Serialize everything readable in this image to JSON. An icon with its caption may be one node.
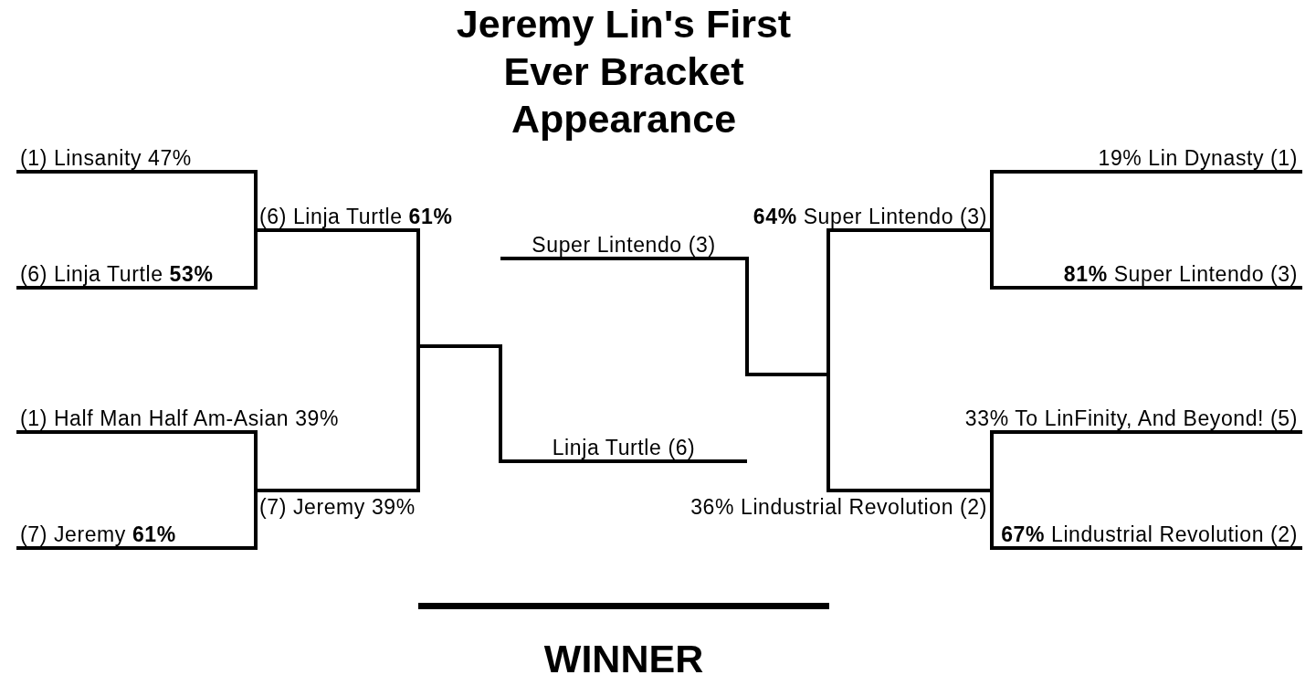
{
  "diagram": {
    "title": "Jeremy Lin's First Ever Bracket Appearance",
    "nodes": [
      {
        "text": [
          "(1) Linsanity 47%"
        ]
      },
      {
        "text": [
          "(6) Linja Turtle **53%**"
        ]
      },
      {
        "text": [
          "(6) Linja Turtle **61%**"
        ]
      },
      {
        "text": [
          "(1) Half Man Half Am-Asian 39%"
        ]
      },
      {
        "text": [
          "(7) Jeremy **61%**"
        ]
      },
      {
        "text": [
          "(7) Jeremy 39%"
        ]
      },
      {
        "text": [
          "Super Lintendo (3)"
        ]
      },
      {
        "text": [
          "Linja Turtle (6)"
        ]
      },
      {
        "text": [
          "**64%** Super Lintendo (3)"
        ]
      },
      {
        "text": [
          "36% Lindustrial Revolution (2)"
        ]
      },
      {
        "text": [
          "19% Lin Dynasty (1)"
        ]
      },
      {
        "text": [
          "**81%** Super Lintendo (3)"
        ]
      },
      {
        "text": [
          "33% To LinFinity, And Beyond! (5)"
        ]
      },
      {
        "text": [
          "**67%** Lindustrial Revolution (2)"
        ]
      },
      {
        "text": [
          "WINNER"
        ]
      }
    ],
    "edges": [
      {
        "from": 0,
        "to": 2,
        "arrow": "none"
      },
      {
        "from": 1,
        "to": 2,
        "arrow": "none"
      },
      {
        "from": 3,
        "to": 5,
        "arrow": "none"
      },
      {
        "from": 4,
        "to": 5,
        "arrow": "none"
      },
      {
        "from": 2,
        "to": 7,
        "arrow": "none"
      },
      {
        "from": 5,
        "to": 7,
        "arrow": "none"
      },
      {
        "from": 10,
        "to": 8,
        "arrow": "none"
      },
      {
        "from": 11,
        "to": 8,
        "arrow": "none"
      },
      {
        "from": 12,
        "to": 9,
        "arrow": "none"
      },
      {
        "from": 13,
        "to": 9,
        "arrow": "none"
      },
      {
        "from": 8,
        "to": 6,
        "arrow": "none"
      },
      {
        "from": 9,
        "to": 6,
        "arrow": "none"
      }
    ]
  }
}
